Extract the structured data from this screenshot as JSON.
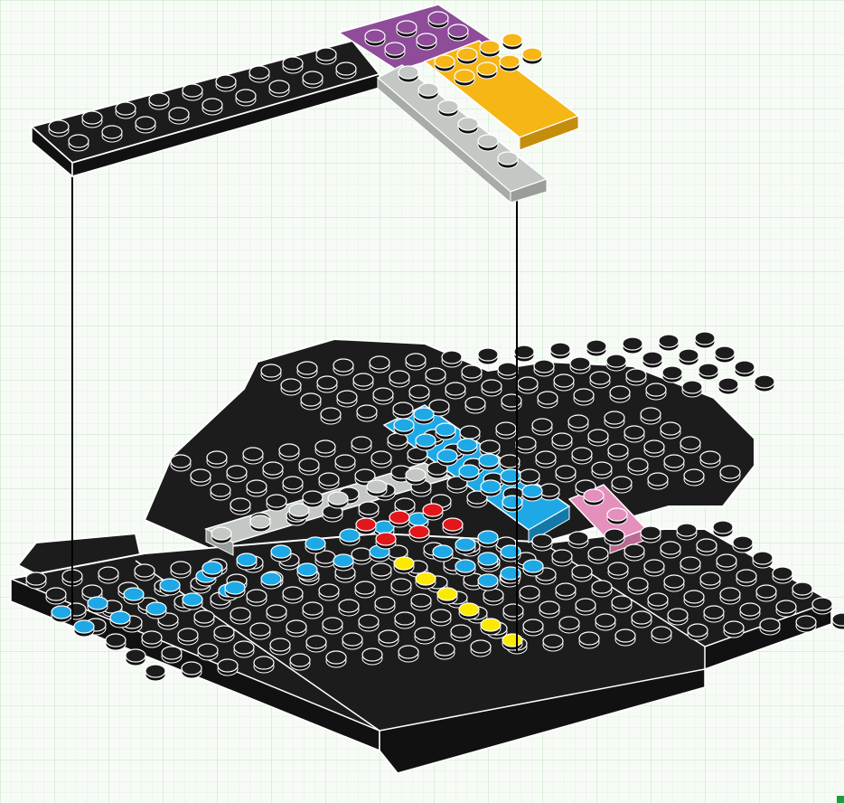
{
  "diagram": {
    "kind": "building-instruction-step",
    "connector_lines": 2
  },
  "colors": {
    "stud_black": "#1c1c1c",
    "outline": "#ffffff",
    "blue": "#1ea9e6",
    "yellow": "#fce900",
    "red": "#e3161b",
    "gray": "#c4c8c4",
    "orange": "#f6b616",
    "purple": "#8e4c99",
    "pink": "#e58fbd",
    "accent_green": "#1a9e3d"
  },
  "sub_assembly": [
    {
      "name": "long-black-plate",
      "color": "black",
      "rows": 2,
      "cols": 10
    },
    {
      "name": "purple-plate",
      "color": "purple",
      "rows": 2,
      "cols": 3
    },
    {
      "name": "orange-plate",
      "color": "orange",
      "rows": 2,
      "cols": 4
    },
    {
      "name": "gray-plate",
      "color": "gray",
      "rows": 1,
      "cols": 6
    }
  ],
  "base_parts": [
    {
      "name": "blue-stud-row",
      "color": "blue",
      "count": 20
    },
    {
      "name": "yellow-stud-row",
      "color": "yellow",
      "count": 6
    },
    {
      "name": "red-stud-group",
      "color": "red",
      "count": 6
    },
    {
      "name": "gray-plate",
      "color": "gray",
      "count": 6
    },
    {
      "name": "blue-plate",
      "color": "blue",
      "count": 12
    },
    {
      "name": "pink-plate",
      "color": "pink",
      "count": 2
    }
  ]
}
